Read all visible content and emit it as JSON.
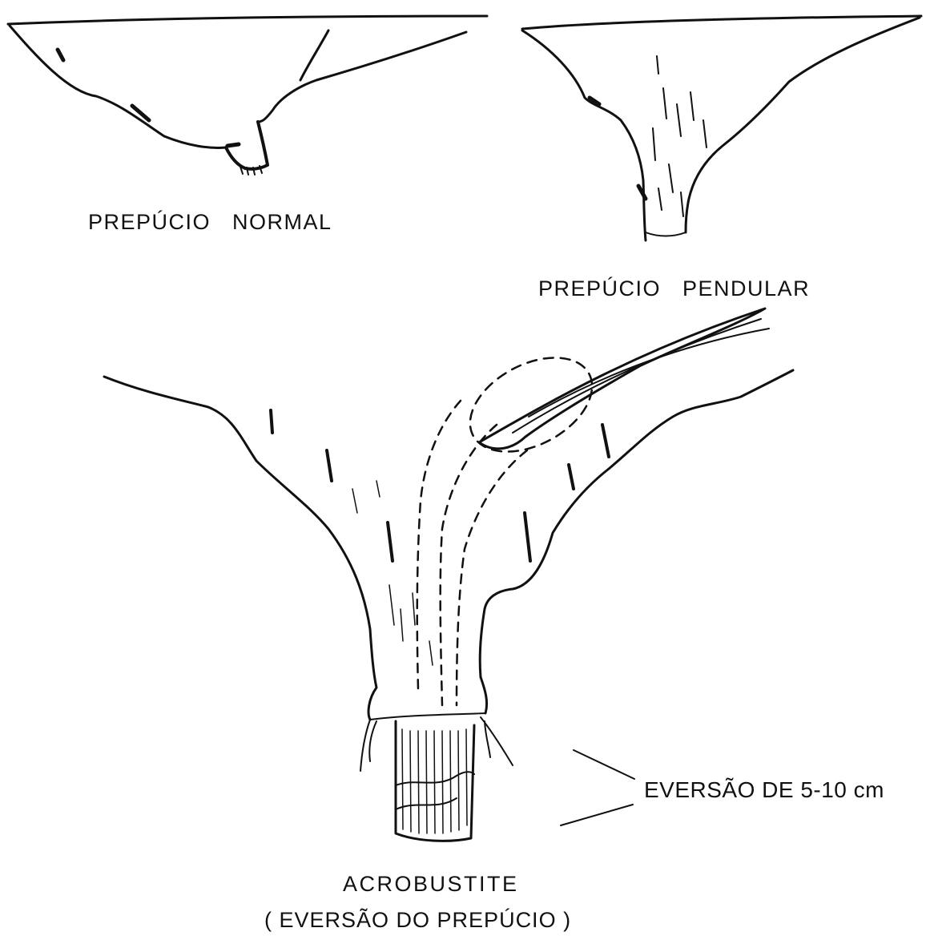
{
  "labels": {
    "normal": "PREPÚCIO   NORMAL",
    "pendular": "PREPÚCIO   PENDULAR",
    "eversion_length": "EVERSÃO DE 5-10 cm",
    "acrobustite": "ACROBUSTITE",
    "acrobustite_sub": "( EVERSÃO DO PREPÚCIO )"
  },
  "colors": {
    "ink": "#111111",
    "background": "#ffffff"
  }
}
